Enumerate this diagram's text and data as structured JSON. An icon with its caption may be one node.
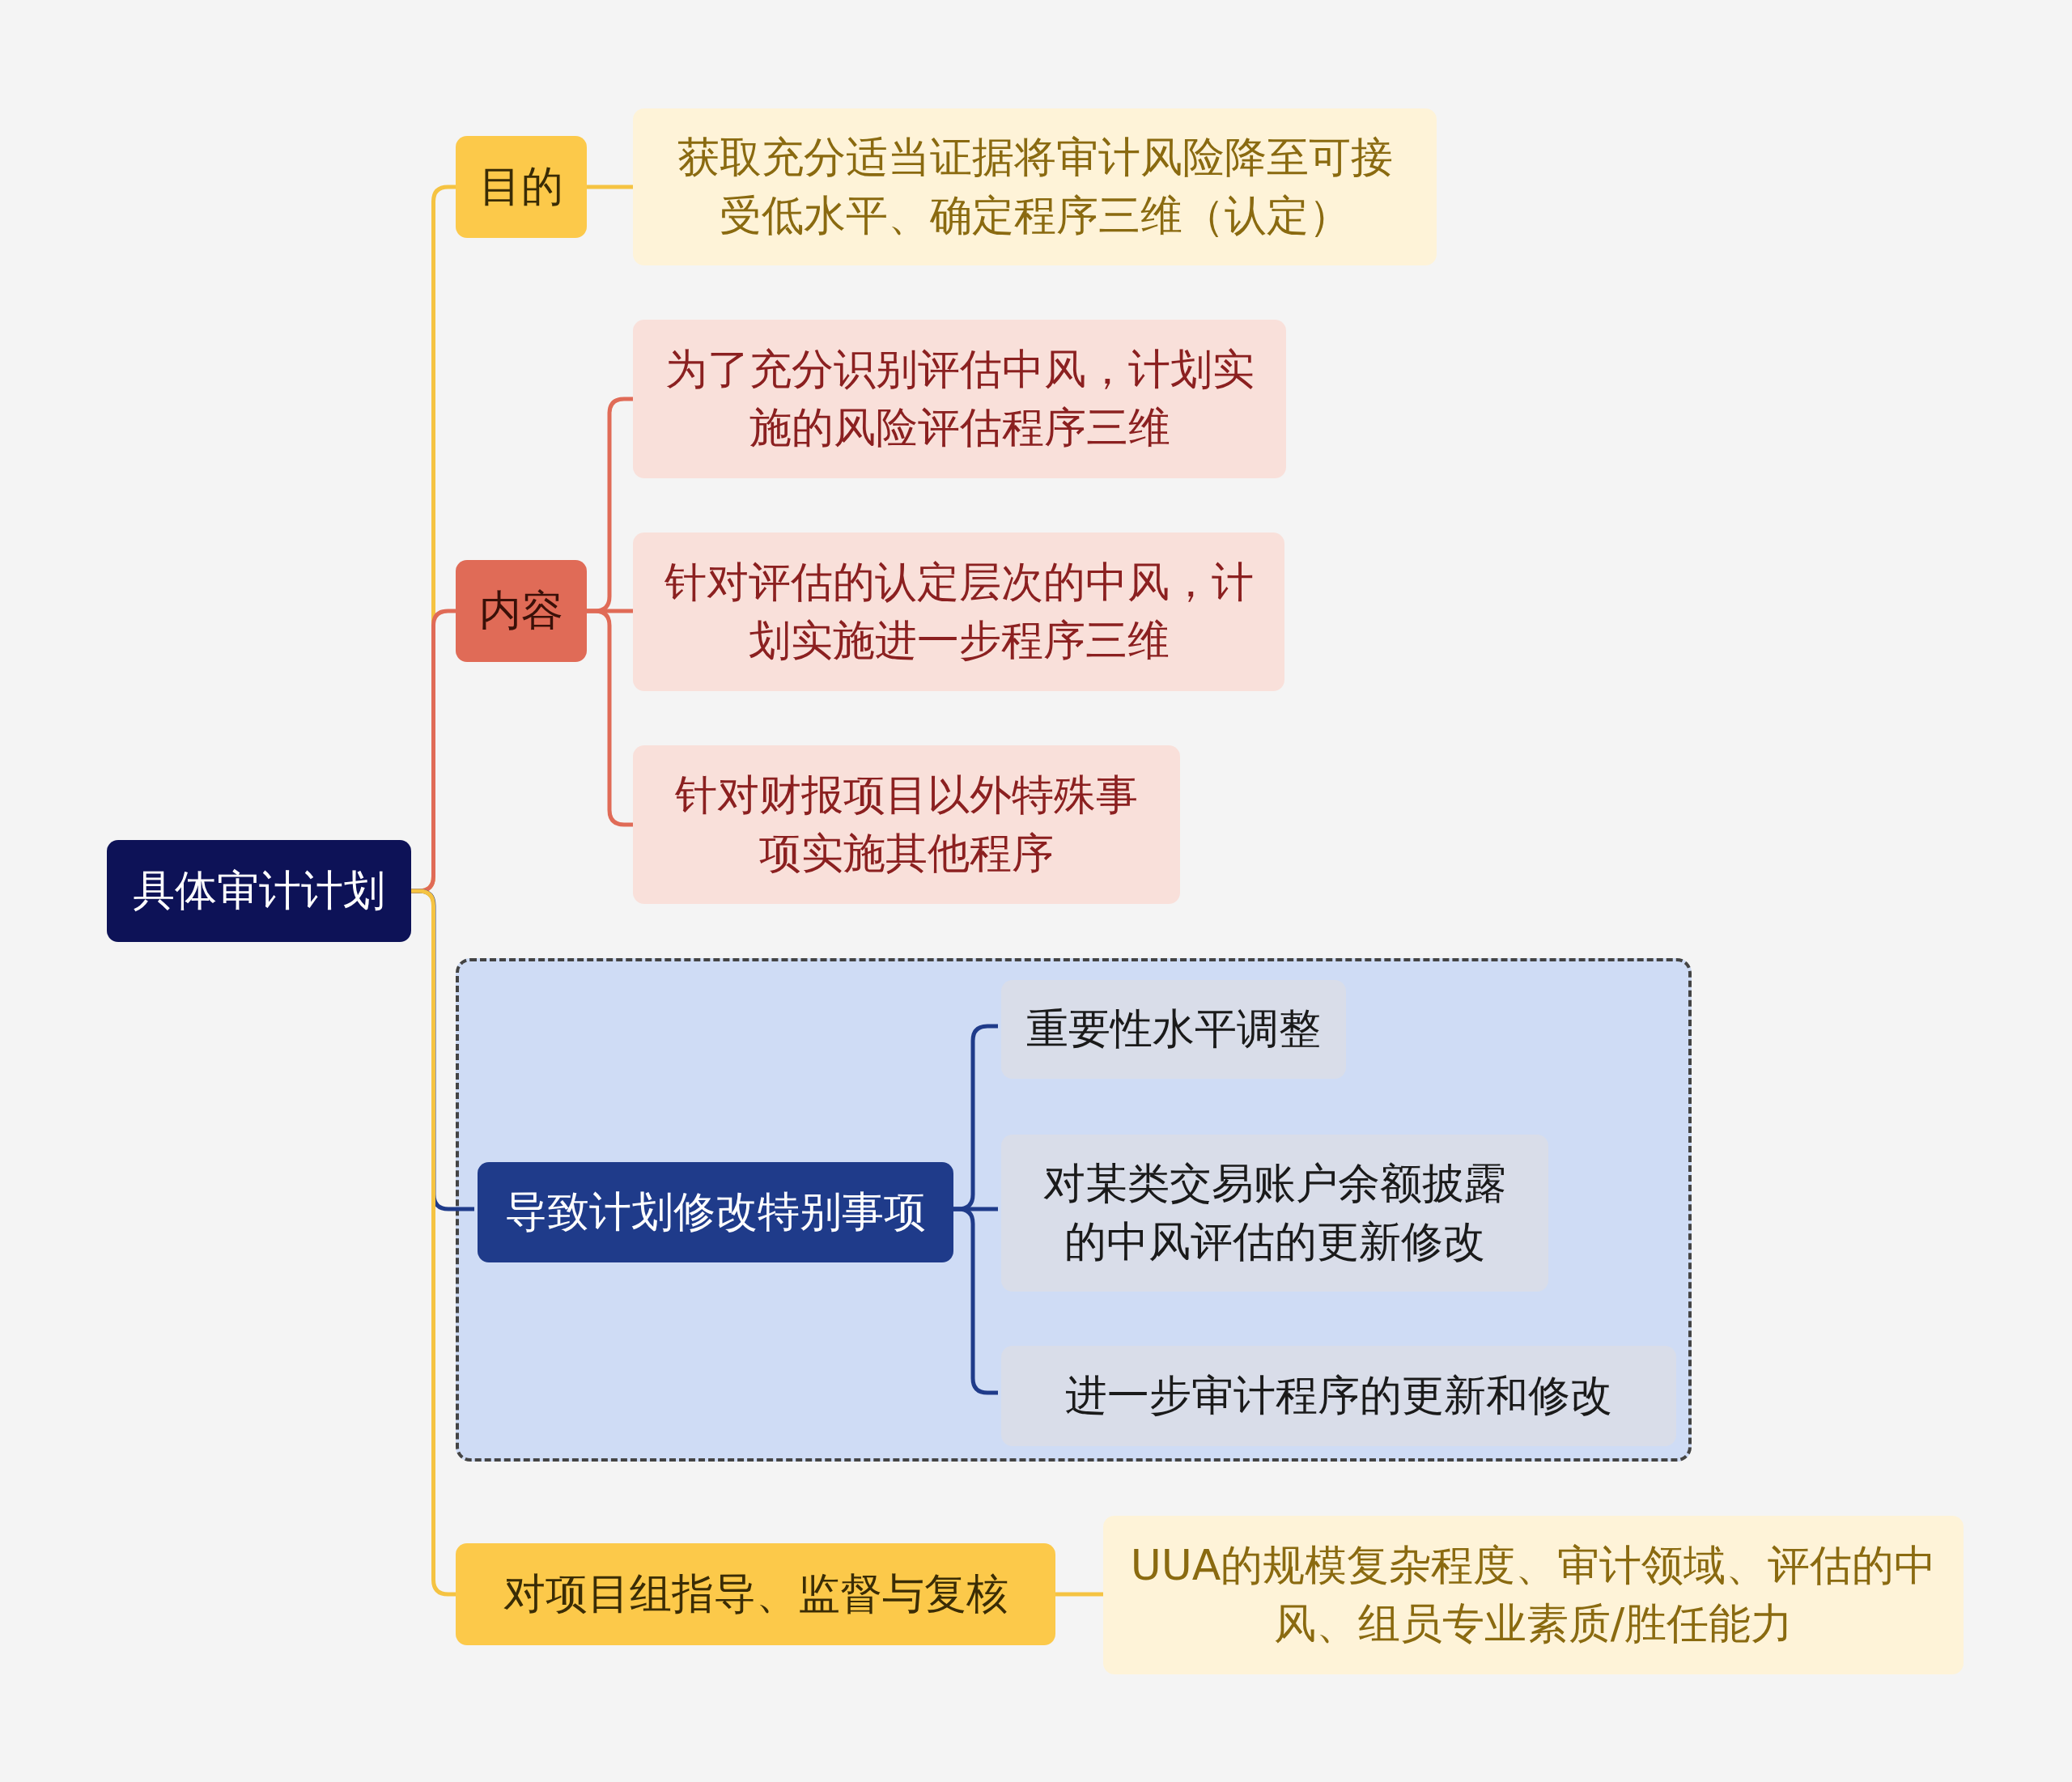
{
  "diagram": {
    "nodes": [
      {
        "text": [
          "具体审计计划"
        ]
      },
      {
        "text": [
          "目的"
        ]
      },
      {
        "text": [
          "获取充分适当证据将审计风险降至可接受低水平、确定程序三维（认定）"
        ]
      },
      {
        "text": [
          "内容"
        ]
      },
      {
        "text": [
          "为了充分识别评估中风，计划实施的风险评估程序三维"
        ]
      },
      {
        "text": [
          "针对评估的认定层次的中风，计划实施进一步程序三维"
        ]
      },
      {
        "text": [
          "针对财报项目以外特殊事项实施其他程序"
        ]
      },
      {
        "text": [],
        "shape": "box"
      },
      {
        "text": [
          "导致计划修改特别事项"
        ],
        "in": 7
      },
      {
        "text": [
          "重要性水平调整"
        ],
        "in": 7
      },
      {
        "text": [
          "对某类交易账户余额披露的中风评估的更新修改"
        ],
        "in": 7
      },
      {
        "text": [
          "进一步审计程序的更新和修改"
        ],
        "in": 7
      },
      {
        "text": [
          "对项目组指导、监督与复核"
        ]
      },
      {
        "text": [
          "UUA的规模复杂程度、审计领域、评估的中风、组员专业素质/胜任能力"
        ]
      }
    ],
    "edges": [
      {
        "from": 0,
        "to": 1,
        "arrow": "none",
        "color": "#f5c342"
      },
      {
        "from": 0,
        "to": 3,
        "arrow": "none",
        "color": "#e06b57"
      },
      {
        "from": 0,
        "to": 8,
        "arrow": "none",
        "color": "#1f3b8a"
      },
      {
        "from": 0,
        "to": 12,
        "arrow": "none",
        "color": "#f5c342"
      },
      {
        "from": 1,
        "to": 2,
        "arrow": "none",
        "color": "#f5c342"
      },
      {
        "from": 3,
        "to": 4,
        "arrow": "none",
        "color": "#e06b57"
      },
      {
        "from": 3,
        "to": 5,
        "arrow": "none",
        "color": "#e06b57"
      },
      {
        "from": 3,
        "to": 6,
        "arrow": "none",
        "color": "#e06b57"
      },
      {
        "from": 8,
        "to": 9,
        "arrow": "none",
        "color": "#1f3b8a"
      },
      {
        "from": 8,
        "to": 10,
        "arrow": "none",
        "color": "#1f3b8a"
      },
      {
        "from": 8,
        "to": 11,
        "arrow": "none",
        "color": "#1f3b8a"
      },
      {
        "from": 12,
        "to": 13,
        "arrow": "none",
        "color": "#f5c342"
      }
    ]
  }
}
